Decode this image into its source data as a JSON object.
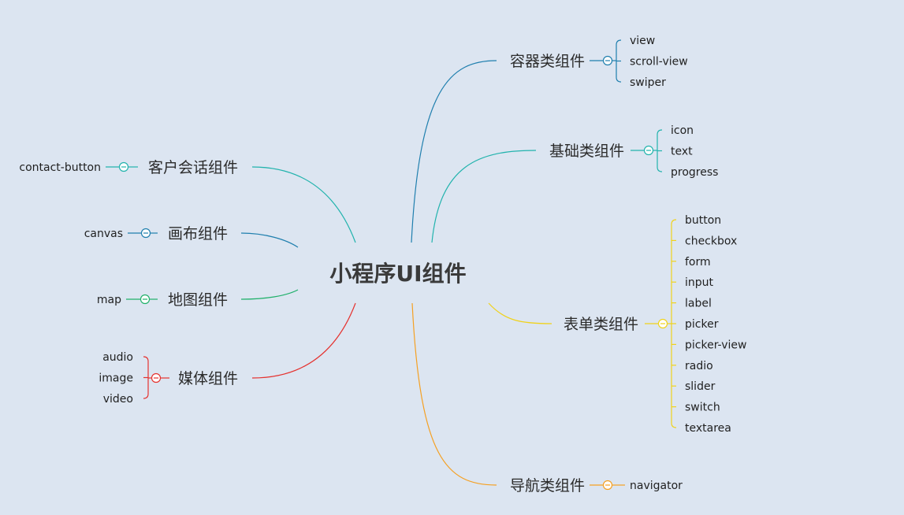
{
  "root": {
    "title": "小程序UI组件"
  },
  "colors": {
    "background": "#dce5f1",
    "container": "#1f7fae",
    "basic": "#22b3ad",
    "form": "#f0d21b",
    "navigation": "#f5a022",
    "customer_service": "#22b3ad",
    "canvas": "#1f7fae",
    "map": "#1fb06a",
    "media": "#e5322f"
  },
  "branches": [
    {
      "id": "container",
      "label": "容器类组件",
      "color_key": "container",
      "children": [
        "view",
        "scroll-view",
        "swiper"
      ]
    },
    {
      "id": "basic",
      "label": "基础类组件",
      "color_key": "basic",
      "children": [
        "icon",
        "text",
        "progress"
      ]
    },
    {
      "id": "form",
      "label": "表单类组件",
      "color_key": "form",
      "children": [
        "button",
        "checkbox",
        "form",
        "input",
        "label",
        "picker",
        "picker-view",
        "radio",
        "slider",
        "switch",
        "textarea"
      ]
    },
    {
      "id": "navigation",
      "label": "导航类组件",
      "color_key": "navigation",
      "children": [
        "navigator"
      ]
    },
    {
      "id": "customer-service",
      "label": "客户会话组件",
      "color_key": "customer_service",
      "children": [
        "contact-button"
      ]
    },
    {
      "id": "canvas",
      "label": "画布组件",
      "color_key": "canvas",
      "children": [
        "canvas"
      ]
    },
    {
      "id": "map",
      "label": "地图组件",
      "color_key": "map",
      "children": [
        "map"
      ]
    },
    {
      "id": "media",
      "label": "媒体组件",
      "color_key": "media",
      "children": [
        "audio",
        "image",
        "video"
      ]
    }
  ]
}
